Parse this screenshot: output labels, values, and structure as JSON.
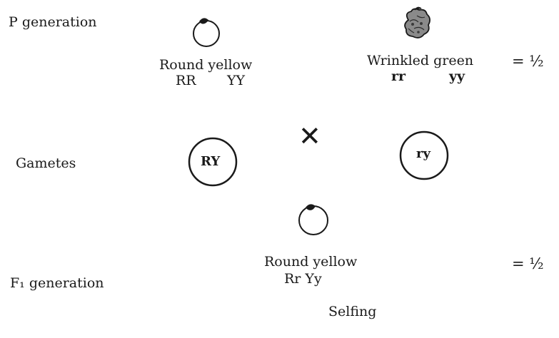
{
  "p_generation": {
    "label": "P generation",
    "parent1": {
      "phenotype": "Round yellow",
      "genotype_a": "RR",
      "genotype_b": "YY"
    },
    "parent2": {
      "phenotype": "Wrinkled green",
      "genotype_a": "rr",
      "genotype_b": "yy"
    },
    "ratio": "= ½"
  },
  "gametes": {
    "label": "Gametes",
    "gamete1": "RY",
    "gamete2": "ry",
    "cross_symbol": "✕"
  },
  "f1_generation": {
    "label": "F₁ generation",
    "phenotype": "Round yellow",
    "genotype": "Rr Yy",
    "ratio": "= ½",
    "note": "Selfing"
  },
  "icons": [
    "round-pea-icon",
    "wrinkled-pea-icon",
    "cross-icon"
  ]
}
